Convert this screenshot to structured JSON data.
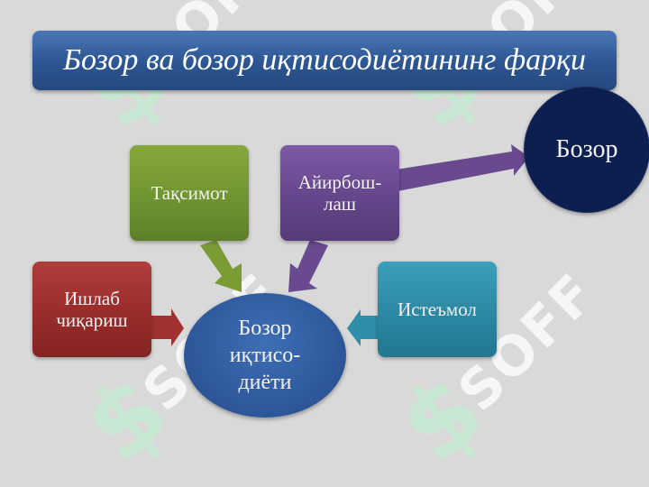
{
  "title": "Бозор ва бозор иқтисодиётининг фарқи",
  "center_node": {
    "line1": "Бозор",
    "line2": "иқтисо-",
    "line3": "диёти"
  },
  "market_node": {
    "label": "Бозор"
  },
  "boxes": {
    "distribution": "Тақсимот",
    "exchange_line1": "Айирбош-",
    "exchange_line2": "лаш",
    "production_line1": "Ишлаб",
    "production_line2": "чиқариш",
    "consumption": "Истеъмол"
  },
  "watermark": {
    "text": "SOFF"
  },
  "colors": {
    "title_bar": "#2c5592",
    "distribution": "#6e9230",
    "exchange": "#624488",
    "production": "#962b2a",
    "consumption": "#2a86a1",
    "center_node": "#2c5698",
    "market_node": "#0c1f4f"
  }
}
